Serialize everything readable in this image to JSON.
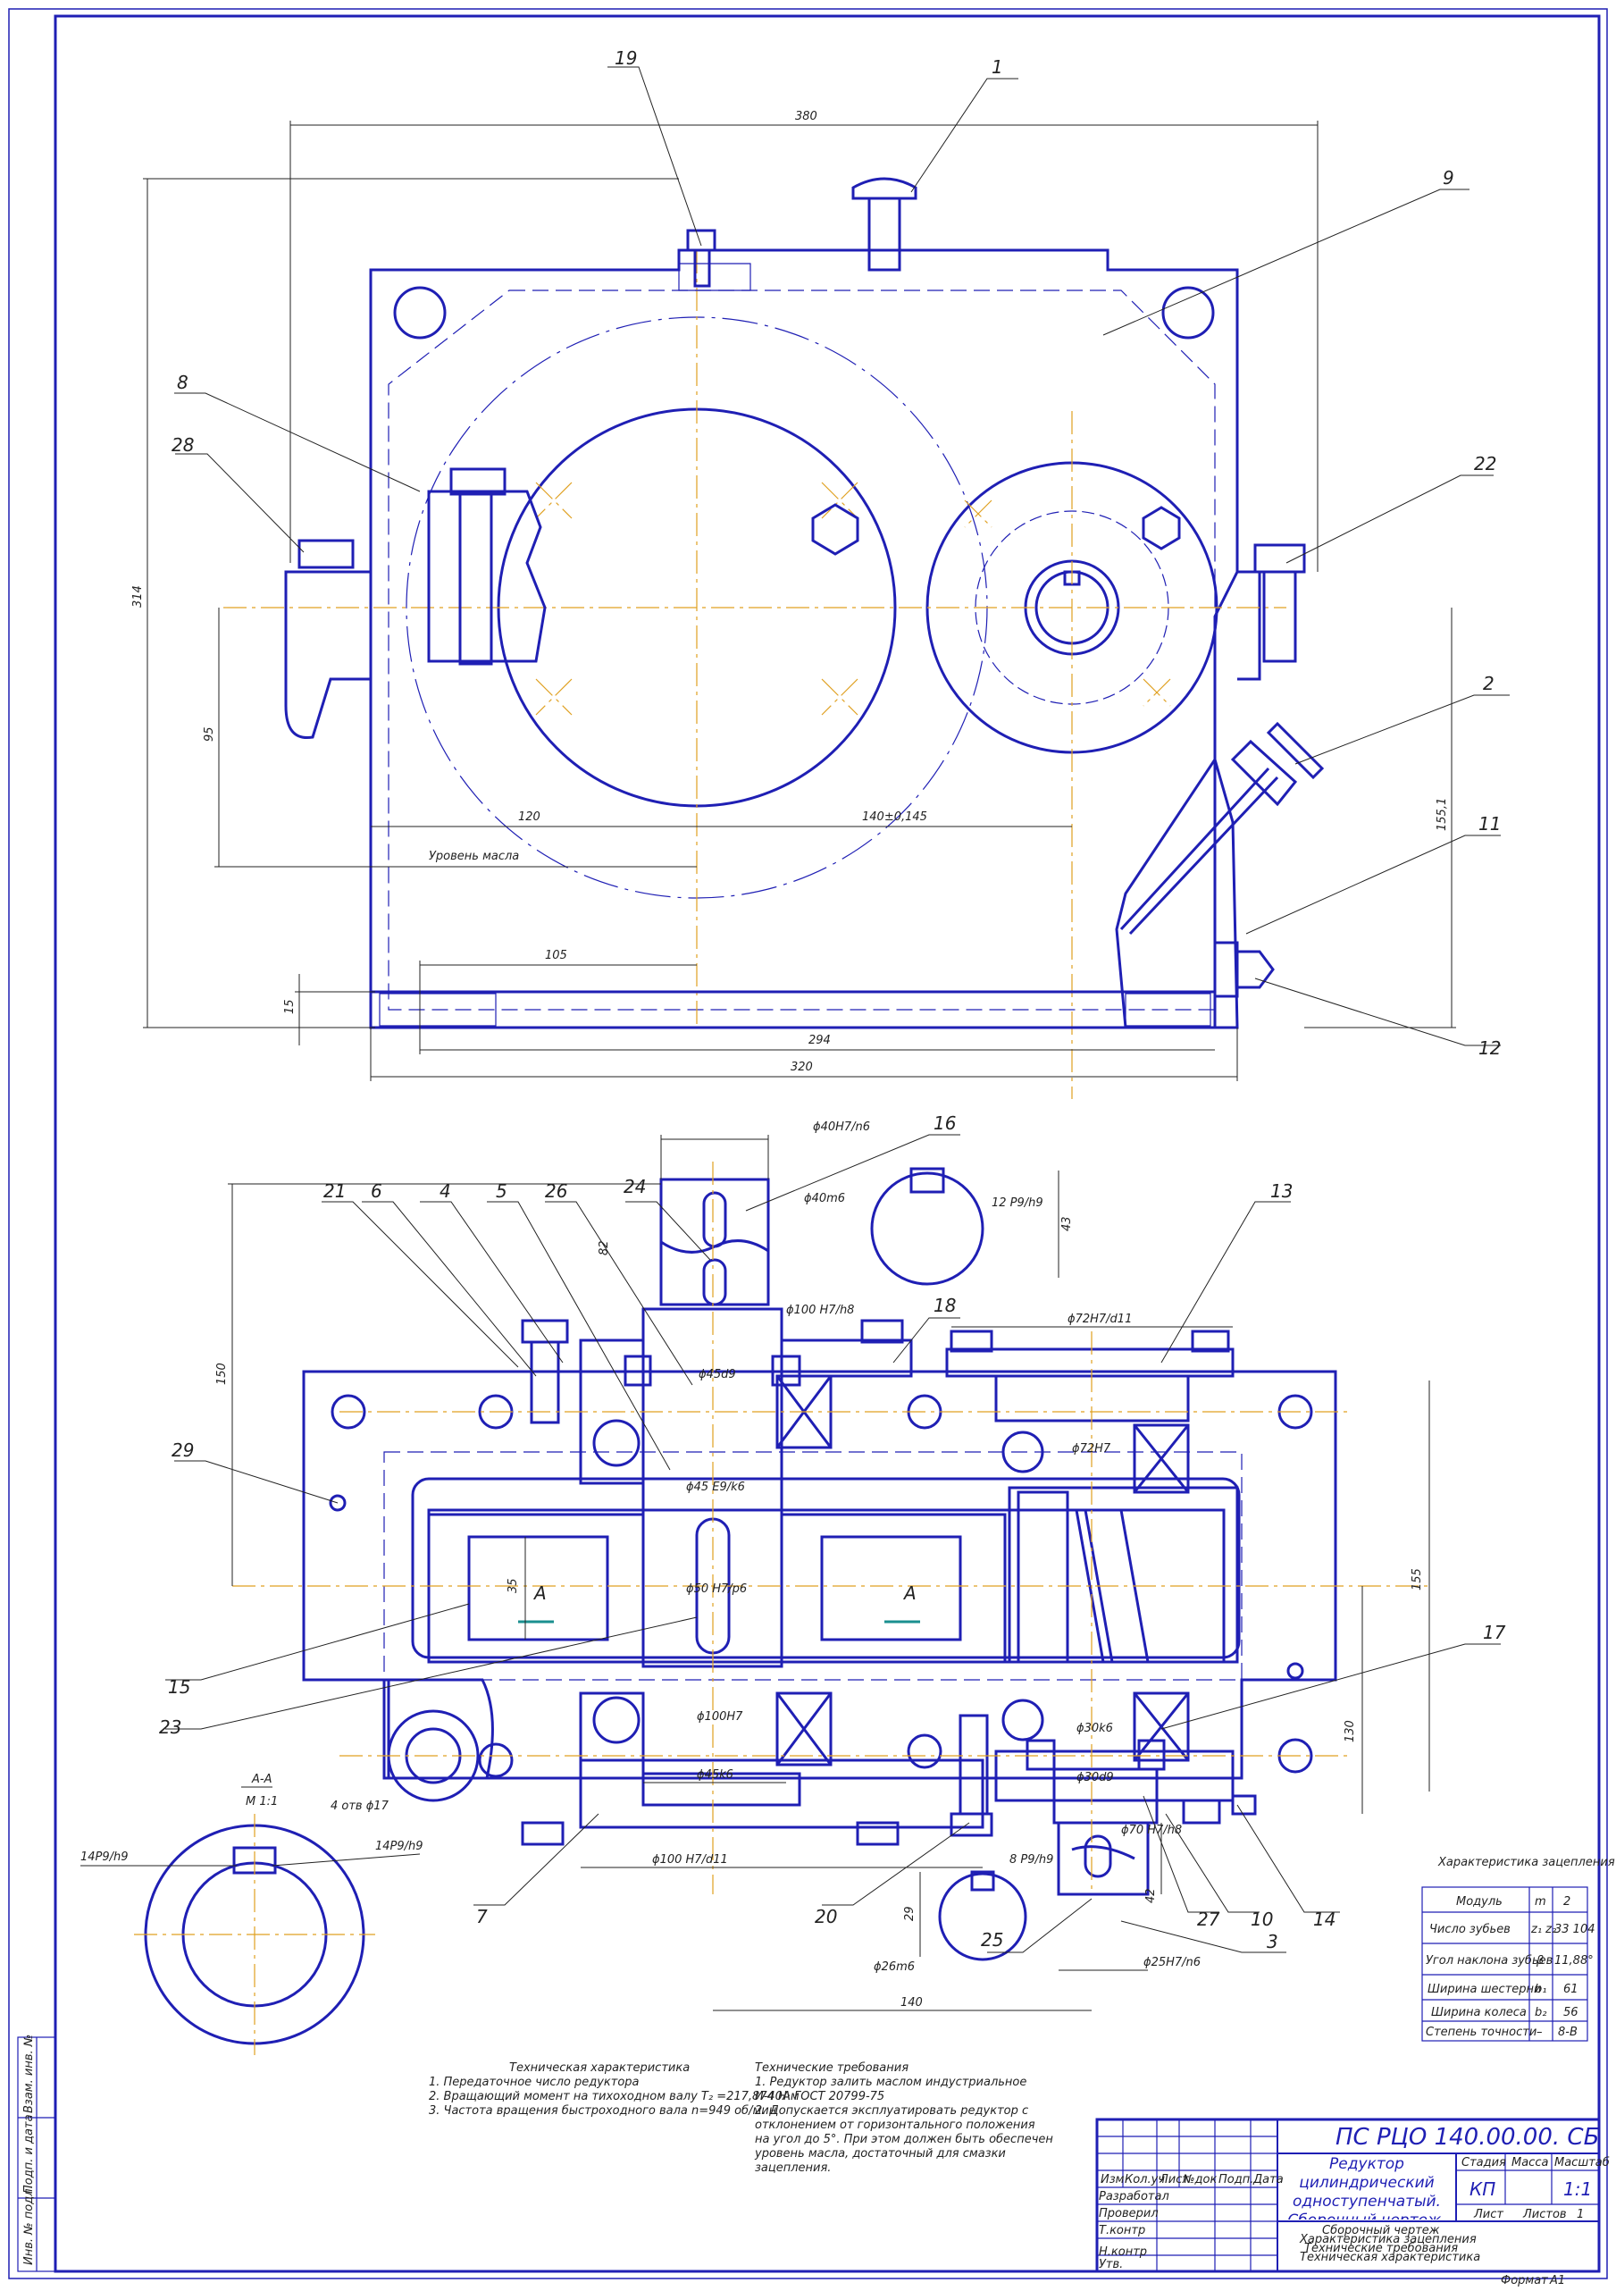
{
  "callouts": [
    "1",
    "2",
    "3",
    "4",
    "5",
    "6",
    "7",
    "8",
    "9",
    "10",
    "11",
    "12",
    "13",
    "14",
    "15",
    "16",
    "17",
    "18",
    "19",
    "20",
    "21",
    "22",
    "23",
    "24",
    "25",
    "26",
    "27",
    "28",
    "29"
  ],
  "dimensions": {
    "top_380": "380",
    "top_314": "314",
    "top_95": "95",
    "top_120": "120",
    "top_140": "140±0,145",
    "top_155": "155,1",
    "top_105": "105",
    "top_15": "15",
    "top_294": "294",
    "top_320": "320",
    "oil_level": "Уровень масла",
    "fit_40H7n6": "ϕ40H7/n6",
    "fit_40m6": "ϕ40m6",
    "fit_12P9h9": "12 P9/h9",
    "dim_43": "43",
    "dim_82": "82",
    "dim_150": "150",
    "fit_100H7h8": "ϕ100 H7/h8",
    "fit_72H7d11": "ϕ72H7/d11",
    "fit_45d9": "ϕ45d9",
    "fit_45E9k6": "ϕ45 E9/k6",
    "fit_72H7": "ϕ72H7",
    "fit_50H7p6": "ϕ50 H7/p6",
    "dim_35": "35",
    "dim_155": "155",
    "dim_130": "130",
    "fit_100H7": "ϕ100H7",
    "fit_45k6": "ϕ45k6",
    "fit_30k6": "ϕ30k6",
    "fit_30d9": "ϕ30d9",
    "fit_70H7h8": "ϕ70 H7/h8",
    "fit_100H7d11": "ϕ100 H7/d11",
    "fit_8P9h9": "8 P9/h9",
    "dim_29": "29",
    "dim_42": "42",
    "fit_26m6": "ϕ26m6",
    "fit_25H7n6": "ϕ25H7/n6",
    "dim_140": "140",
    "holes_4x17": "4 отв ϕ17",
    "section_A": "А",
    "section_AA": "А-А",
    "section_scale": "М 1:1",
    "fit_14P9h9": "14P9/h9"
  },
  "gear_table": {
    "caption": "Характеристика зацепления",
    "rows": [
      {
        "param": "Модуль",
        "sym": "m",
        "val": "2"
      },
      {
        "param": "Число зубьев",
        "sym": "z₁ z₂",
        "val": "33 104"
      },
      {
        "param": "Угол наклона зубьев",
        "sym": "β",
        "val": "11,88°"
      },
      {
        "param": "Ширина шестерни",
        "sym": "b₁",
        "val": "61"
      },
      {
        "param": "Ширина колеса",
        "sym": "b₂",
        "val": "56"
      },
      {
        "param": "Степень точности",
        "sym": "–",
        "val": "8-В"
      }
    ]
  },
  "tech_char": {
    "title": "Техническая характеристика",
    "lines": [
      "1. Передаточное число редуктора",
      "2. Вращающий момент на тихоходном валу T₂ =217,874 Н·м",
      "3. Частота вращения быстроходного вала n=949 об/мин"
    ]
  },
  "tech_req": {
    "title": "Технические требования",
    "lines": [
      "1. Редуктор залить маслом индустриальное",
      "И-40А ГОСТ 20799-75",
      "2. Допускается эксплуатировать редуктор с",
      "отклонением от горизонтального положения",
      "на угол до 5°. При этом должен быть обеспечен",
      "уровень масла, достаточный для смазки",
      "зацепления."
    ]
  },
  "title_block": {
    "code": "ПС РЦО 140.00.00. СБ",
    "name": "Редуктор цилиндрический одноступенчатый. Сборочный чертеж.",
    "headers": [
      "Изм",
      "Кол.уч",
      "Лист",
      "№док",
      "Подп.",
      "Дата"
    ],
    "roles": [
      "Разработал",
      "Проверил",
      "Т.контр",
      "",
      "Н.контр",
      "Утв."
    ],
    "stage_header": "Стадия",
    "mass_header": "Масса",
    "scale_header": "Масштаб",
    "stage": "КП",
    "scale": "1:1",
    "sheet_label": "Лист",
    "sheets_label": "Листов",
    "sheets_val": "1",
    "docs": [
      "Сборочный чертеж",
      "Характеристика зацепления",
      "Технические требования",
      "Техническая характеристика"
    ],
    "format_label": "Формат",
    "format_val": "А1"
  },
  "side_strip": [
    "Инв. № подл.",
    "Подп. и дата",
    "Взам. инв. №"
  ]
}
